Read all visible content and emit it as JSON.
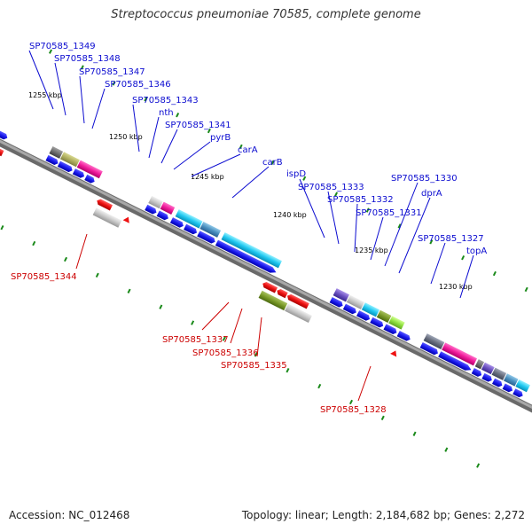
{
  "map": {
    "title": "Streptococcus pneumoniae 70585, complete genome",
    "accession_label": "Accession: NC_012468",
    "summary_label": "Topology: linear; Length: 2,184,682 bp; Genes: 2,272"
  },
  "colors": {
    "forward_label": "#0b0bd0",
    "reverse_label": "#cc0000",
    "backbone": "#808080",
    "tick": "#1a8a1a",
    "cds_forward": "#1a1aee",
    "cds_reverse": "#ee1111"
  },
  "ticks": [
    {
      "label": "1255 kbp"
    },
    {
      "label": "1250 kbp"
    },
    {
      "label": "1245 kbp"
    },
    {
      "label": "1240 kbp"
    },
    {
      "label": "1235 kbp"
    },
    {
      "label": "1230 kbp"
    }
  ],
  "forward_labels": [
    "SP70585_1349",
    "SP70585_1348",
    "SP70585_1347",
    "SP70585_1346",
    "SP70585_1343",
    "nth",
    "SP70585_1341",
    "pyrB",
    "carA",
    "carB",
    "ispD",
    "SP70585_1333",
    "SP70585_1332",
    "SP70585_1331",
    "SP70585_1330",
    "dprA",
    "SP70585_1327",
    "topA"
  ],
  "reverse_labels": [
    "SP70585_1344",
    "SP70585_1337",
    "SP70585_1336",
    "SP70585_1335",
    "SP70585_1328"
  ]
}
